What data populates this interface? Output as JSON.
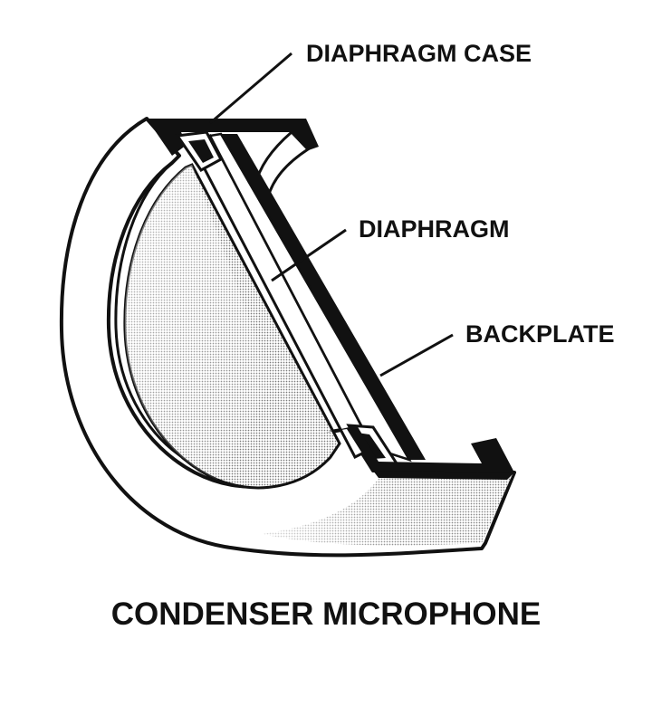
{
  "labels": {
    "diaphragm_case": "DIAPHRAGM CASE",
    "diaphragm": "DIAPHRAGM",
    "backplate": "BACKPLATE"
  },
  "caption": "CONDENSER MICROPHONE",
  "colors": {
    "ink": "#111111",
    "paper": "#ffffff",
    "shade": "#bdbdbd"
  }
}
